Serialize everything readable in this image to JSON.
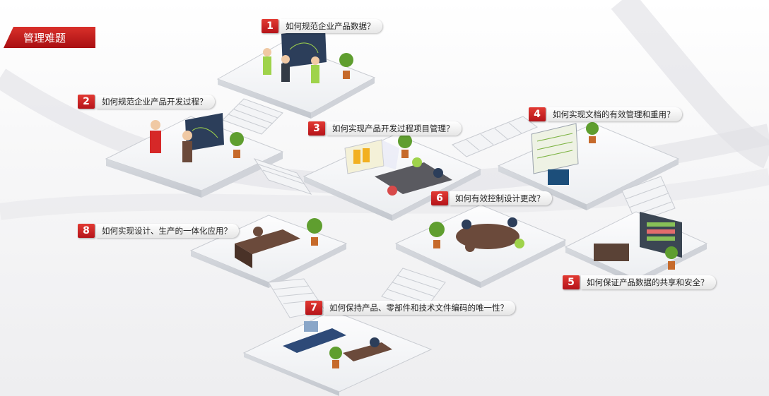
{
  "title": "管理难题",
  "questions": [
    {
      "num": "1",
      "text": "如何规范企业产品数据？"
    },
    {
      "num": "2",
      "text": "如何规范企业产品开发过程？"
    },
    {
      "num": "3",
      "text": "如何实现产品开发过程项目管理？"
    },
    {
      "num": "4",
      "text": "如何实现文档的有效管理和重用？"
    },
    {
      "num": "5",
      "text": "如何保证产品数据的共享和安全？"
    },
    {
      "num": "6",
      "text": "如何有效控制设计更改？"
    },
    {
      "num": "7",
      "text": "如何保持产品、零部件和技术文件编码的唯一性？"
    },
    {
      "num": "8",
      "text": "如何实现设计、生产的一体化应用？"
    }
  ],
  "colors": {
    "accent": "#c8181e",
    "platform": "#f4f5f7",
    "platform_edge": "#c9ccd2"
  }
}
